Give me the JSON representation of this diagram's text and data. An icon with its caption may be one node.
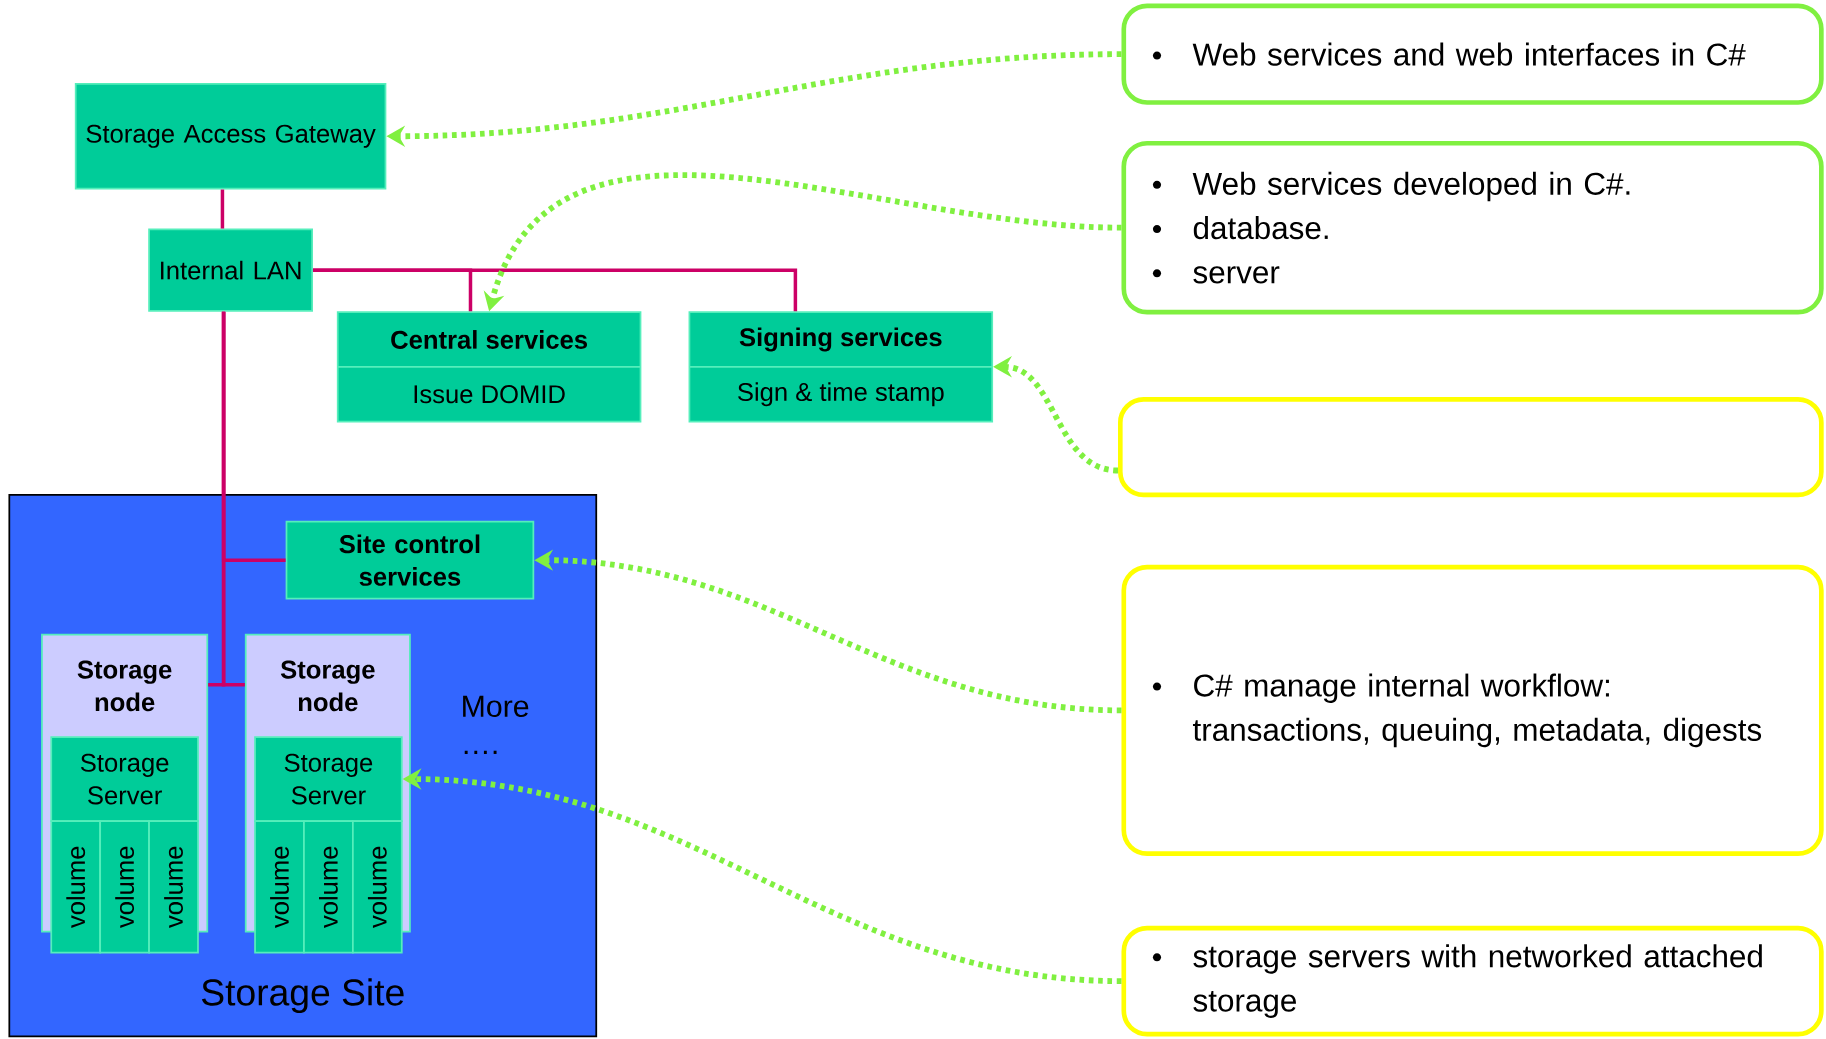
{
  "diagram": {
    "nodes": [
      {
        "text": [
          "Storage Access Gateway"
        ]
      },
      {
        "text": [
          "Internal LAN"
        ]
      },
      {
        "text": [
          "Central services",
          "Issue DOMID"
        ]
      },
      {
        "text": [
          "Signing services",
          "Sign & time stamp"
        ]
      },
      {
        "text": [
          "Storage Site"
        ]
      },
      {
        "text": [
          "Site control services"
        ],
        "in": 4
      },
      {
        "text": [
          "Storage node"
        ],
        "in": 4
      },
      {
        "text": [
          "Storage Server"
        ],
        "in": 6
      },
      {
        "text": [
          "volume"
        ],
        "in": 6
      },
      {
        "text": [
          "volume"
        ],
        "in": 6
      },
      {
        "text": [
          "volume"
        ],
        "in": 6
      },
      {
        "text": [
          "Storage node"
        ],
        "in": 4
      },
      {
        "text": [
          "Storage Server"
        ],
        "in": 11
      },
      {
        "text": [
          "volume"
        ],
        "in": 11
      },
      {
        "text": [
          "volume"
        ],
        "in": 11
      },
      {
        "text": [
          "volume"
        ],
        "in": 11
      },
      {
        "text": [
          "Web services and web interfaces in C#"
        ]
      },
      {
        "text": [
          "Web services developed in C#.",
          "database.",
          "server"
        ]
      },
      {
        "text": [],
        "shape": "box"
      },
      {
        "text": [
          "C# manage internal workflow: transactions, queuing, metadata, digests"
        ]
      },
      {
        "text": [
          "storage servers with networked attached storage"
        ]
      }
    ],
    "edges": [
      {
        "from": 0,
        "to": 1,
        "arrow": "none",
        "color": "#cc0066"
      },
      {
        "from": 1,
        "to": 2,
        "arrow": "none",
        "color": "#cc0066"
      },
      {
        "from": 1,
        "to": 3,
        "arrow": "none",
        "color": "#cc0066"
      },
      {
        "from": 1,
        "to": 5,
        "arrow": "none",
        "color": "#cc0066"
      },
      {
        "from": 1,
        "to": 6,
        "arrow": "none",
        "color": "#cc0066"
      },
      {
        "from": 1,
        "to": 11,
        "arrow": "none",
        "color": "#cc0066"
      },
      {
        "from": 16,
        "to": 0,
        "arrow": "to",
        "style": "dashed",
        "color": "#80f040"
      },
      {
        "from": 17,
        "to": 2,
        "arrow": "to",
        "style": "dashed",
        "color": "#80f040"
      },
      {
        "from": 18,
        "to": 3,
        "arrow": "to",
        "style": "dashed",
        "color": "#80f040"
      },
      {
        "from": 19,
        "to": 5,
        "arrow": "to",
        "style": "dashed",
        "color": "#80f040"
      },
      {
        "from": 20,
        "to": 12,
        "arrow": "to",
        "style": "dashed",
        "color": "#80f040"
      }
    ],
    "labels": [
      "More …."
    ]
  }
}
